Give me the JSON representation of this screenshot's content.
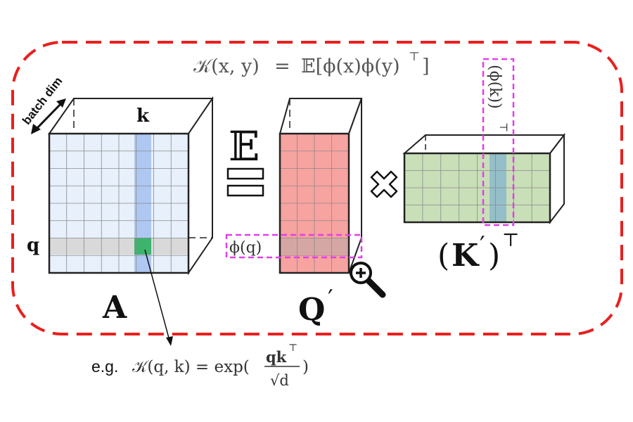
{
  "top_formula": {
    "lhs": "𝒦(x, y)",
    "eq": "=",
    "rhs": "𝔼[ϕ(x)ϕ(y)",
    "sup": "⊤",
    "close": "]"
  },
  "batch_dim_label": "batch dim",
  "matrix_a": {
    "name": "A",
    "col_label": "k",
    "row_label": "q"
  },
  "expectation": {
    "symbol": "𝔼"
  },
  "matrix_q": {
    "name": "Q",
    "prime": "′",
    "row_feature": "ϕ(q)"
  },
  "multiply_symbol": "✖",
  "matrix_k": {
    "open": "(",
    "name": "K",
    "prime": "′",
    "close": ")",
    "sup": "⊤",
    "col_feature": "(ϕ(k))",
    "col_feature_sup": "⊤"
  },
  "example": {
    "prefix": "e.g.",
    "lhs": "𝒦(q, k) = exp(",
    "num": "qk",
    "num_sup": "⊤",
    "den": "√d",
    "close": ")"
  },
  "colors": {
    "dashed_border": "#e8201e",
    "highlight": "#e040e8",
    "a_fill": "#e8f0fb",
    "a_column": "#aec8f2",
    "a_row": "#d9d9d9",
    "a_cell": "#3cb46e",
    "q_fill": "#f7a3a0",
    "k_fill": "#c9dfb8",
    "k_column": "#94bfc9"
  }
}
